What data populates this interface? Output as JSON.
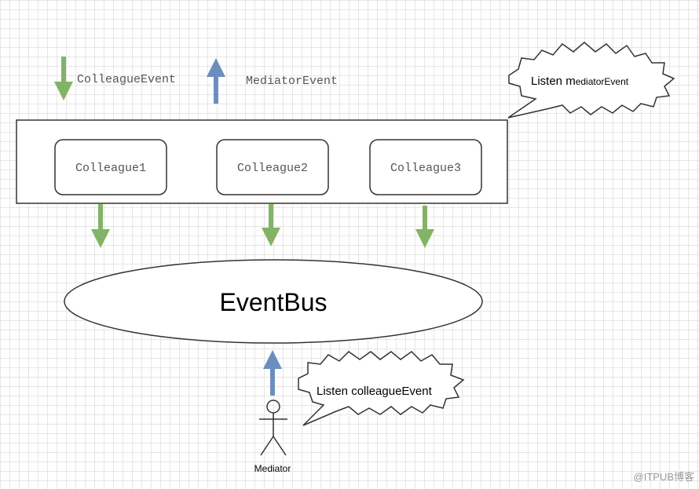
{
  "legend": {
    "colleague_event_label": "ColleagueEvent",
    "mediator_event_label": "MediatorEvent"
  },
  "colleagues": [
    {
      "label": "Colleague1"
    },
    {
      "label": "Colleague2"
    },
    {
      "label": "Colleague3"
    }
  ],
  "event_bus": {
    "label": "EventBus"
  },
  "callouts": {
    "top_prefix": "Listen m",
    "top_suffix": "ediatorEvent",
    "bottom": "Listen colleagueEvent"
  },
  "mediator": {
    "label": "Mediator"
  },
  "watermark": "@ITPUB博客",
  "colors": {
    "green_arrow": "#82b366",
    "blue_arrow": "#6c8ebf",
    "stroke": "#333333",
    "text": "#000000",
    "mono_text": "#555555"
  }
}
